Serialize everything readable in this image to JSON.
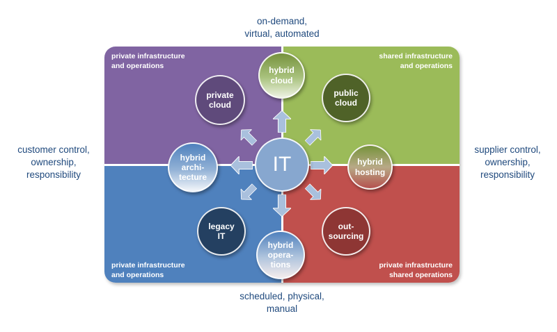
{
  "outer_labels": {
    "top": "on-demand,\nvirtual, automated",
    "bottom": "scheduled, physical,\nmanual",
    "left": "customer control,\nownership,\nresponsibility",
    "right": "supplier control,\nownership,\nresponsibility"
  },
  "quadrants": {
    "top_left": {
      "label": "private infrastructure\nand operations",
      "color": "#8064A2"
    },
    "top_right": {
      "label": "shared infrastructure\nand operations",
      "color": "#9BBB59"
    },
    "bottom_left": {
      "label": "private infrastructure\nand operations",
      "color": "#4F81BD"
    },
    "bottom_right": {
      "label": "private infrastructure\nshared operations",
      "color": "#C0504D"
    }
  },
  "center": {
    "label": "IT",
    "color": "#87A7CF"
  },
  "nodes": [
    {
      "id": "hybrid-cloud",
      "label": "hybrid\ncloud"
    },
    {
      "id": "private-cloud",
      "label": "private\ncloud",
      "color": "#5F4A7B"
    },
    {
      "id": "public-cloud",
      "label": "public\ncloud",
      "color": "#4F6228"
    },
    {
      "id": "hybrid-architecture",
      "label": "hybrid\narchi-\ntecture"
    },
    {
      "id": "hybrid-hosting",
      "label": "hybrid\nhosting"
    },
    {
      "id": "legacy-it",
      "label": "legacy\nIT",
      "color": "#244061"
    },
    {
      "id": "hybrid-operations",
      "label": "hybrid\nopera-\ntions"
    },
    {
      "id": "out-sourcing",
      "label": "out-\nsourcing",
      "color": "#8E3634"
    }
  ],
  "arrow_color": "#A9C0DD",
  "text_color": "#1F497D"
}
